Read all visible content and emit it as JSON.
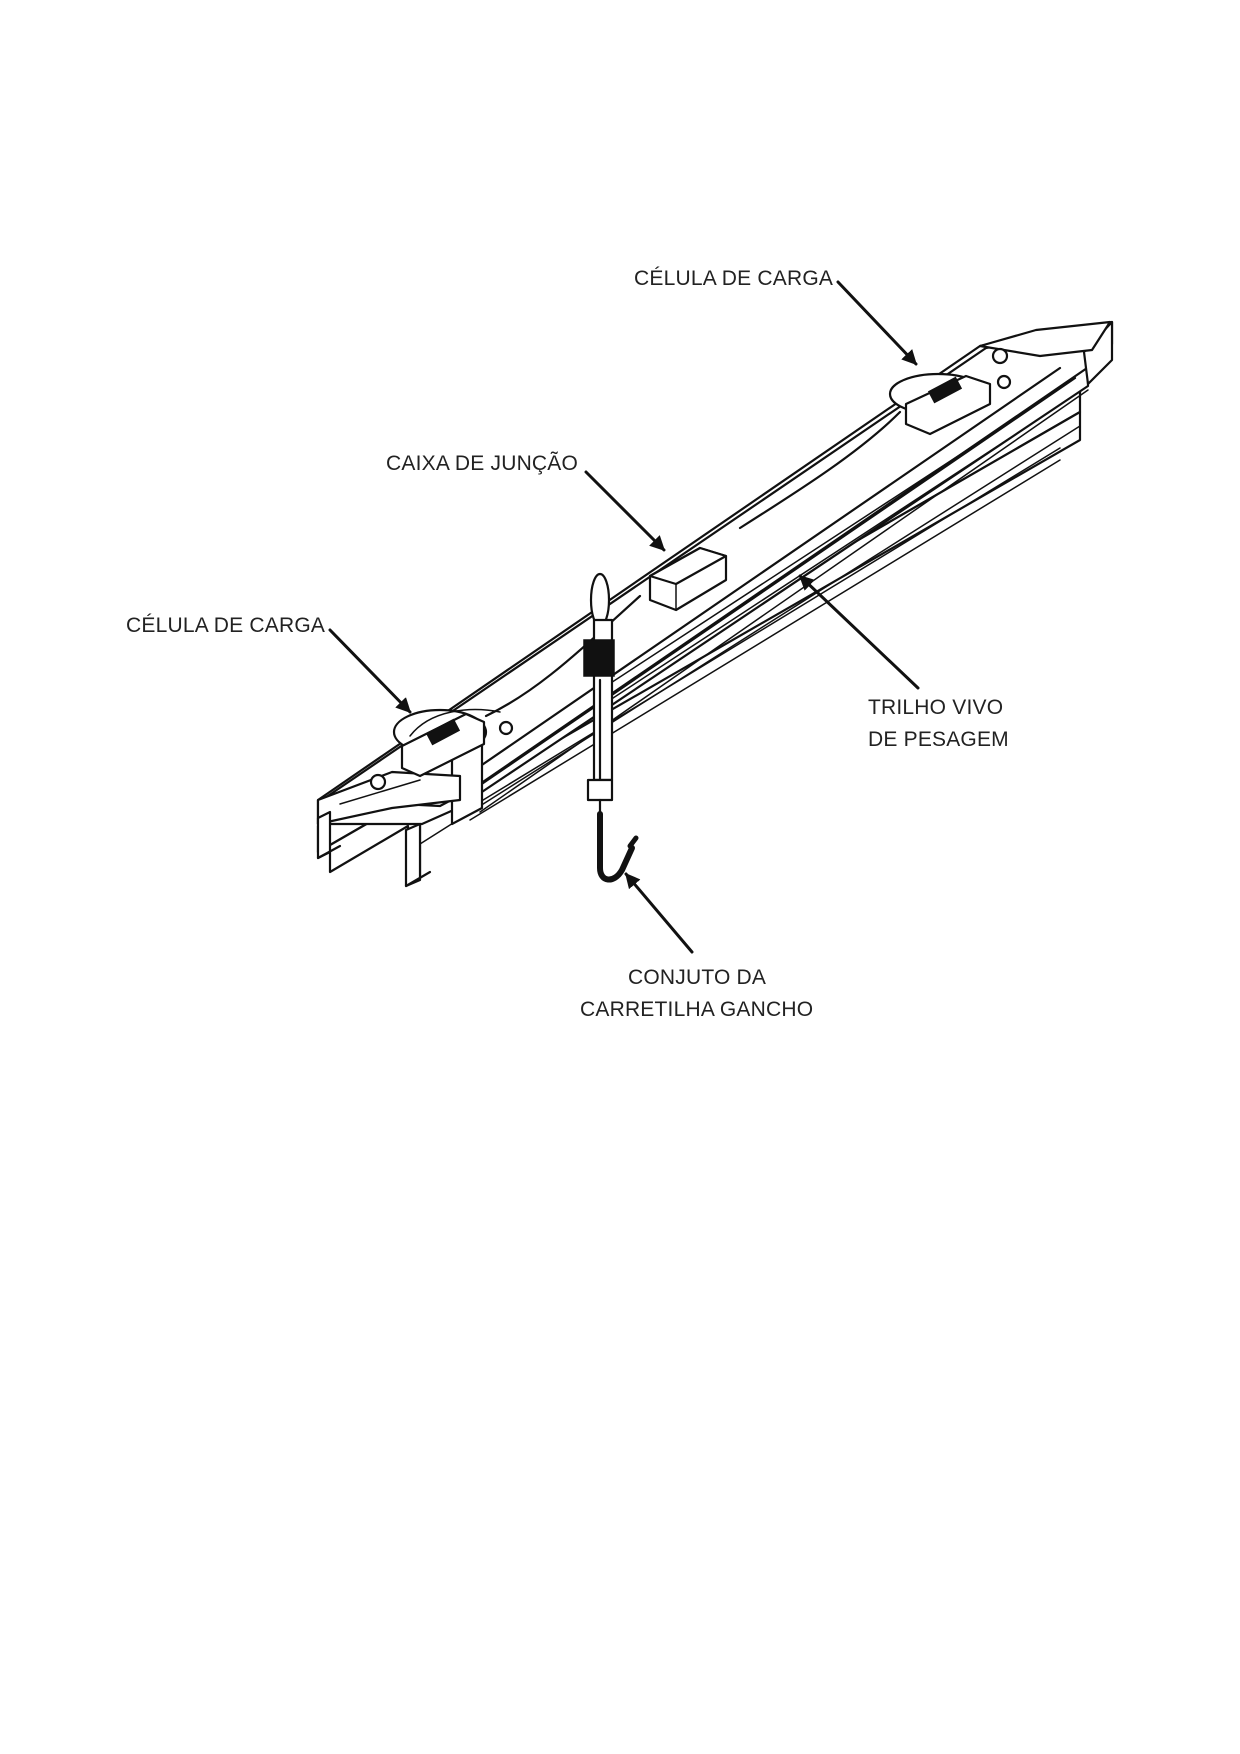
{
  "labels": {
    "load_cell_top": "CÉLULA DE CARGA",
    "junction_box": "CAIXA DE JUNÇÃO",
    "load_cell_left": "CÉLULA DE CARGA",
    "live_rail_line1": "TRILHO VIVO",
    "live_rail_line2": "DE PESAGEM",
    "trolley_line1": "CONJUTO DA",
    "trolley_line2": "CARRETILHA GANCHO"
  },
  "colors": {
    "ink": "#111111",
    "text": "#222222",
    "background": "#ffffff"
  }
}
